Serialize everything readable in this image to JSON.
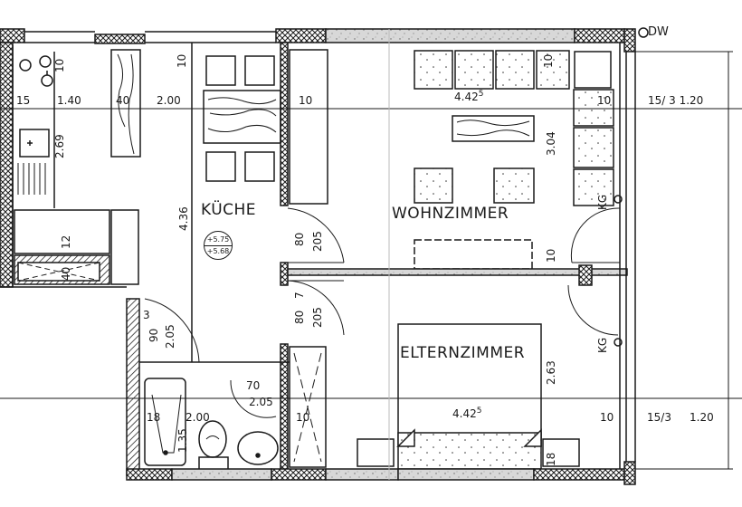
{
  "plan": {
    "type": "floor_plan",
    "colors": {
      "ink": "#1a1a1a",
      "paper": "#ffffff",
      "wall_fill": "#888888"
    },
    "rooms": [
      {
        "id": "kueche",
        "label": "KÜCHE",
        "level_top": "+5.75",
        "level_bottom": "+5.68"
      },
      {
        "id": "wohnzimmer",
        "label": "WOHNZIMMER"
      },
      {
        "id": "elternzimmer",
        "label": "ELTERNZIMMER"
      }
    ],
    "markers": {
      "dw": "DW",
      "kg_upper": "KG",
      "kg_lower": "KG"
    },
    "dimensions": {
      "top_15": "15",
      "top_1_40": "1.40",
      "top_40": "40",
      "top_2_00": "2.00",
      "top_10_left": "10",
      "top_10_mid": "10",
      "top_10_liv": "10",
      "wohn_width": "4.42",
      "wohn_width_sup": "5",
      "wohn_height": "3.04",
      "wohn_10_right": "10",
      "right_top": "15/ 3 1.20",
      "right_top_10": "10",
      "kitchen_height": "4.36",
      "left_2_69": "2.69",
      "left_12": "12",
      "left_40": "40",
      "door1_80": "80",
      "door1_205": "205",
      "door2_80": "80",
      "door2_7": "7",
      "door2_205": "205",
      "wall_10": "10",
      "hall_3": "3",
      "hall_90": "90",
      "hall_2_05": "2.05",
      "bath_70": "70",
      "bath_2_05": "2.05",
      "bath_18": "18",
      "bath_2_00": "2.00",
      "bath_1_35": "1.35",
      "bath_10": "10",
      "eltern_width": "4.42",
      "eltern_width_sup": "5",
      "eltern_height": "2.63",
      "eltern_10": "10",
      "right_bottom_a": "15/3",
      "right_bottom_b": "1.20",
      "bottom_18": "18"
    }
  }
}
